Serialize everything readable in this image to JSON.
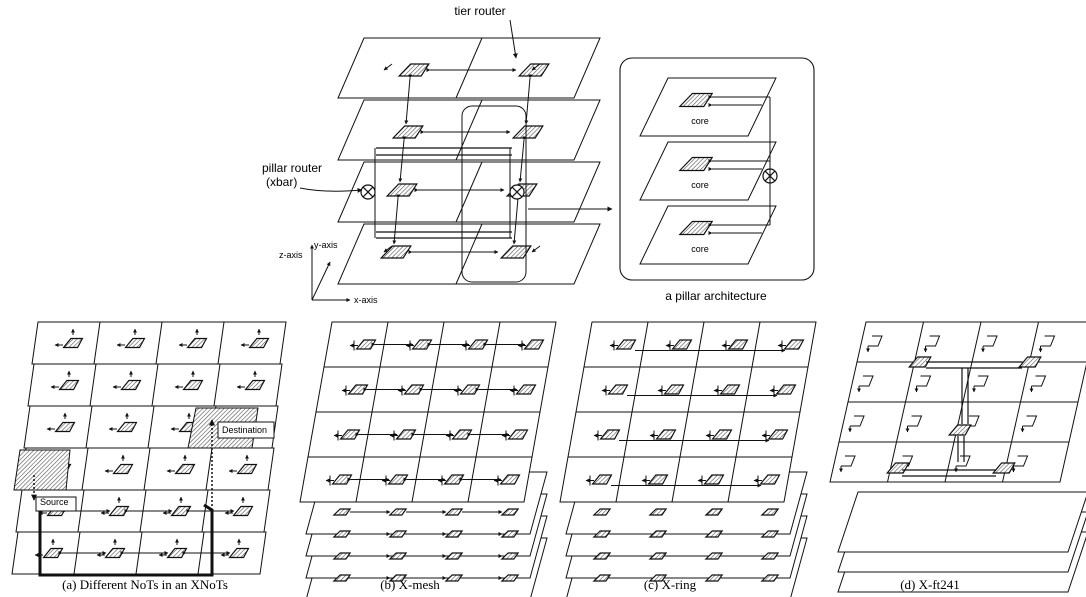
{
  "top": {
    "tier_router_label": "tier router",
    "pillar_router_label_line1": "pillar router",
    "pillar_router_label_line2": "(xbar)",
    "axis_z": "z-axis",
    "axis_y": "y-axis",
    "axis_x": "x-axis",
    "core_label": "core",
    "pillar_caption": "a pillar architecture"
  },
  "panel_a": {
    "caption": "(a)  Different NoTs in an XNoTs",
    "source_label": "Source",
    "destination_label": "Destination"
  },
  "panel_b": {
    "caption": "(b)  X-mesh"
  },
  "panel_c": {
    "caption": "(c)  X-ring"
  },
  "panel_d": {
    "caption": "(d)  X-ft241"
  },
  "colors": {
    "line": "#111111",
    "hatch": "#7a7a7a",
    "paper": "#ffffff"
  }
}
